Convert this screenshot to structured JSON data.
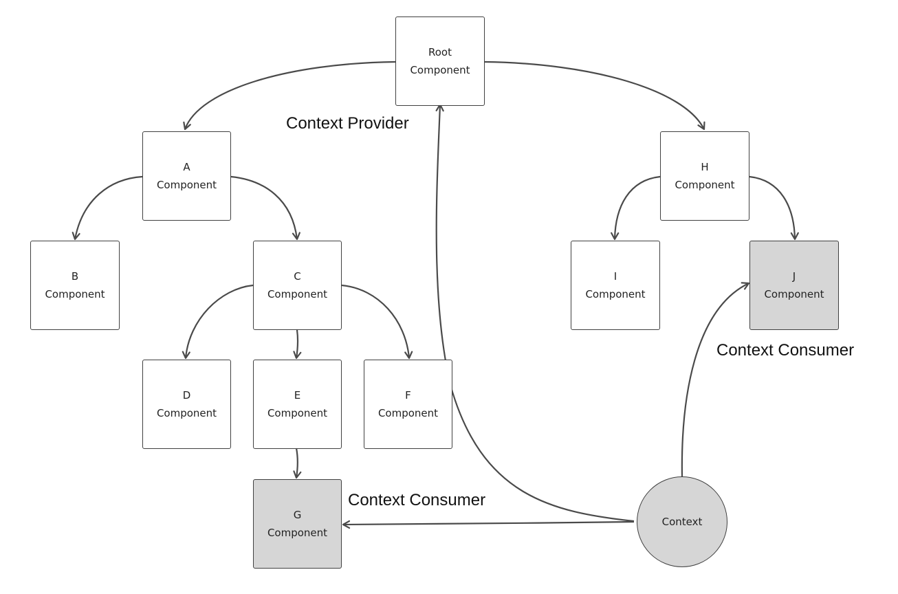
{
  "nodes": {
    "root": {
      "line1": "Root",
      "line2": "Component"
    },
    "a": {
      "line1": "A",
      "line2": "Component"
    },
    "b": {
      "line1": "B",
      "line2": "Component"
    },
    "c": {
      "line1": "C",
      "line2": "Component"
    },
    "d": {
      "line1": "D",
      "line2": "Component"
    },
    "e": {
      "line1": "E",
      "line2": "Component"
    },
    "f": {
      "line1": "F",
      "line2": "Component"
    },
    "g": {
      "line1": "G",
      "line2": "Component"
    },
    "h": {
      "line1": "H",
      "line2": "Component"
    },
    "i": {
      "line1": "I",
      "line2": "Component"
    },
    "j": {
      "line1": "J",
      "line2": "Component"
    },
    "context": "Context"
  },
  "annotations": {
    "provider": "Context Provider",
    "consumer_g": "Context Consumer",
    "consumer_j": "Context Consumer"
  },
  "colors": {
    "edge": "#4a4a4a",
    "node_border": "#3f3f3f",
    "consumer_fill": "#d6d6d6",
    "context_fill": "#d6d6d6"
  }
}
